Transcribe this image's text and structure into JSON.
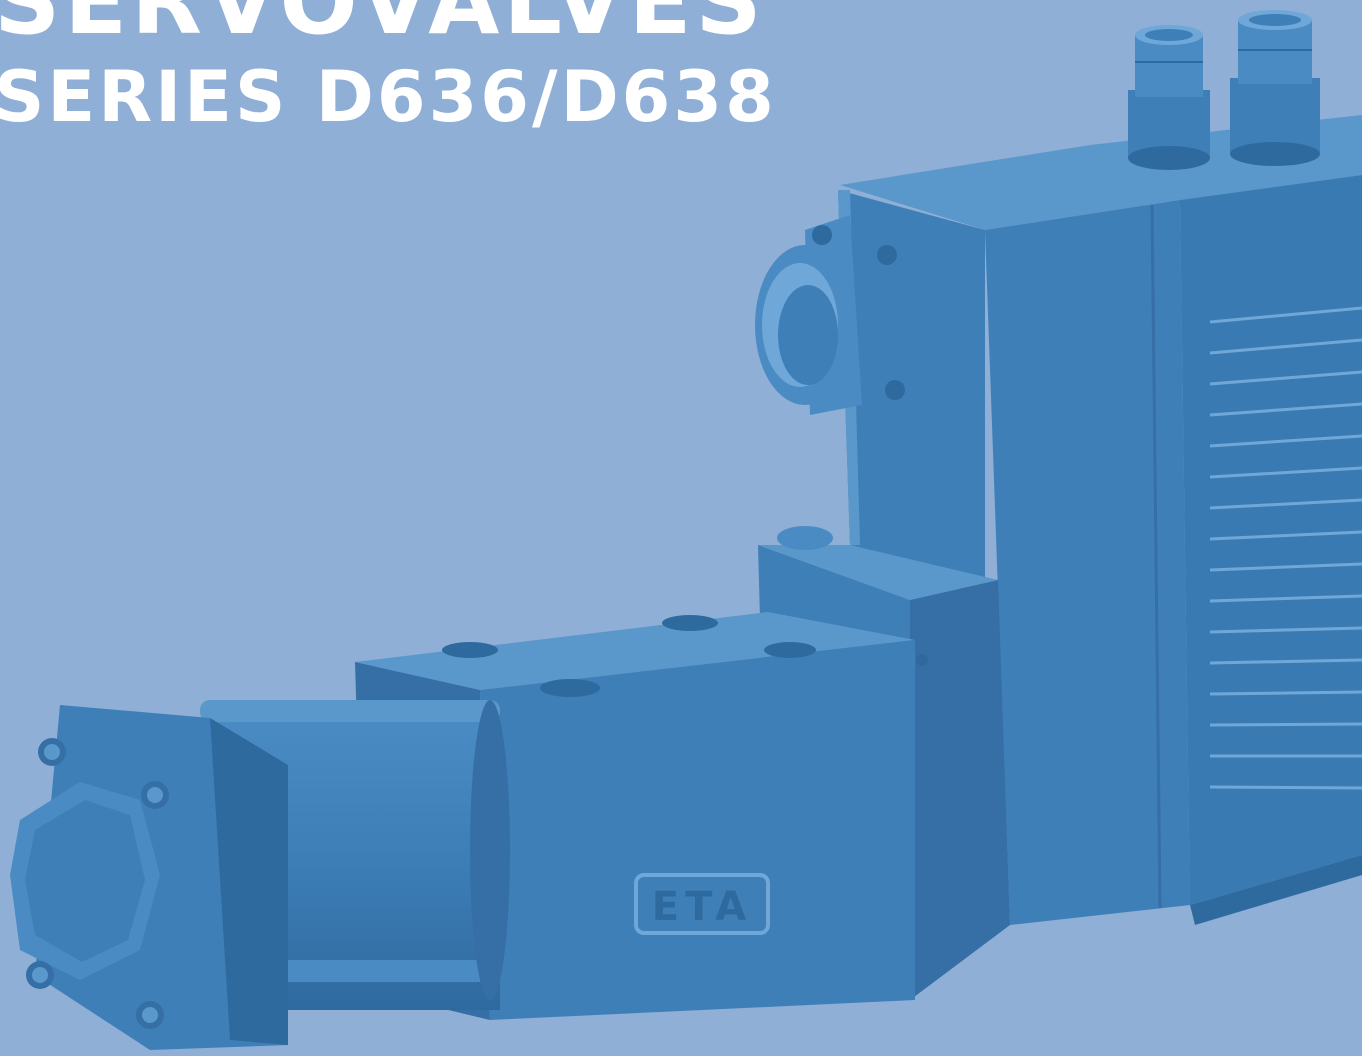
{
  "header": {
    "title": "SERVOVALVES",
    "subtitle": "SERIES D636/D638"
  },
  "product": {
    "body_marking": "ETA"
  },
  "colors": {
    "background": "#8FAFD6",
    "body_main": "#3E7FB8",
    "body_light": "#5A98CC",
    "body_dark": "#2F6A9F",
    "text": "#FFFFFF"
  }
}
